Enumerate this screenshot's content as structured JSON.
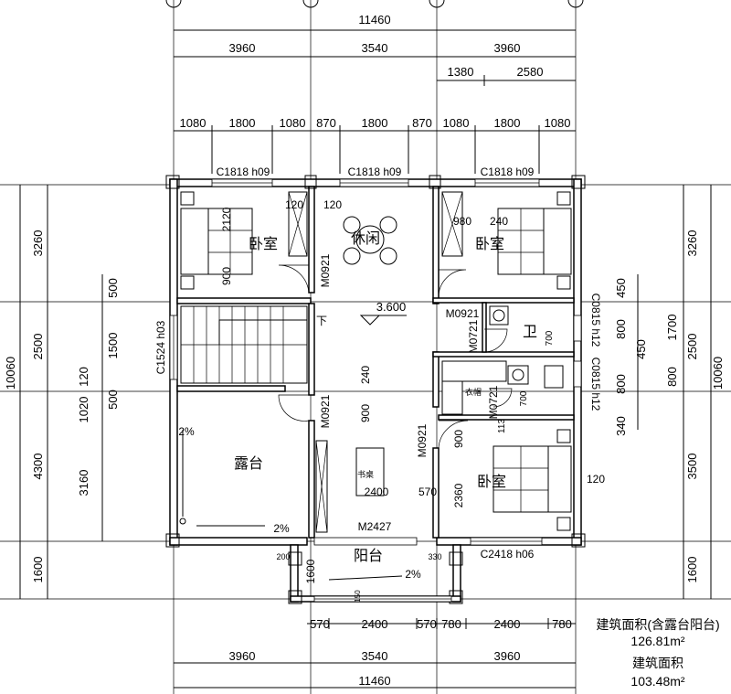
{
  "dims_top": {
    "total": "11460",
    "seg": [
      "3960",
      "3540",
      "3960"
    ],
    "right_sub": [
      "1380",
      "2580"
    ],
    "windows": [
      "1080",
      "1800",
      "1080",
      "870",
      "1800",
      "870",
      "1080",
      "1800",
      "1080"
    ]
  },
  "dims_bottom": {
    "row1": [
      "570",
      "2400",
      "570",
      "780",
      "2400",
      "780"
    ],
    "row2": [
      "3960",
      "3540",
      "3960"
    ],
    "total": "11460"
  },
  "dims_left": {
    "outer": [
      "3260",
      "2500",
      "4300",
      "1600"
    ],
    "total": "10060",
    "inner": [
      "500",
      "1500",
      "120",
      "500",
      "1020",
      "3160"
    ]
  },
  "dims_right": {
    "outer": [
      "3260",
      "2500",
      "3500",
      "1600"
    ],
    "total": "10060",
    "inner": [
      "450",
      "800",
      "450",
      "800",
      "340",
      "1700",
      "800"
    ]
  },
  "windows": {
    "w1": "C1818 h09",
    "w2": "C1818 h09",
    "w3": "C1818 h09",
    "w4": "C1524 h03",
    "w5": "C0815 h12",
    "w6": "C0815 h12",
    "w7": "C2418 h06"
  },
  "doors": {
    "d1": "M0921",
    "d2": "M0921",
    "d3": "M0921",
    "d4": "M0921",
    "d5": "M0721",
    "d6": "M0721",
    "d7": "M2427"
  },
  "rooms": {
    "bedroom_nw": "卧室",
    "bedroom_ne": "卧室",
    "bedroom_se": "卧室",
    "leisure": "休闲",
    "bath": "卫",
    "terrace": "露台",
    "balcony": "阳台",
    "closet": "衣帽",
    "desk": "书桌"
  },
  "annotations": {
    "level": "3.600",
    "stair_down": "下",
    "slope1": "2%",
    "slope2": "2%",
    "slope3": "2%",
    "misc": [
      "120",
      "120",
      "900",
      "2120",
      "980",
      "240",
      "240",
      "900",
      "900",
      "2400",
      "570",
      "2360",
      "1600",
      "113",
      "700",
      "700",
      "200",
      "330",
      "150",
      "120"
    ]
  },
  "area": {
    "label1": "建筑面积(含露台阳台)",
    "value1": "126.81m²",
    "label2": "建筑面积",
    "value2": "103.48m²"
  }
}
